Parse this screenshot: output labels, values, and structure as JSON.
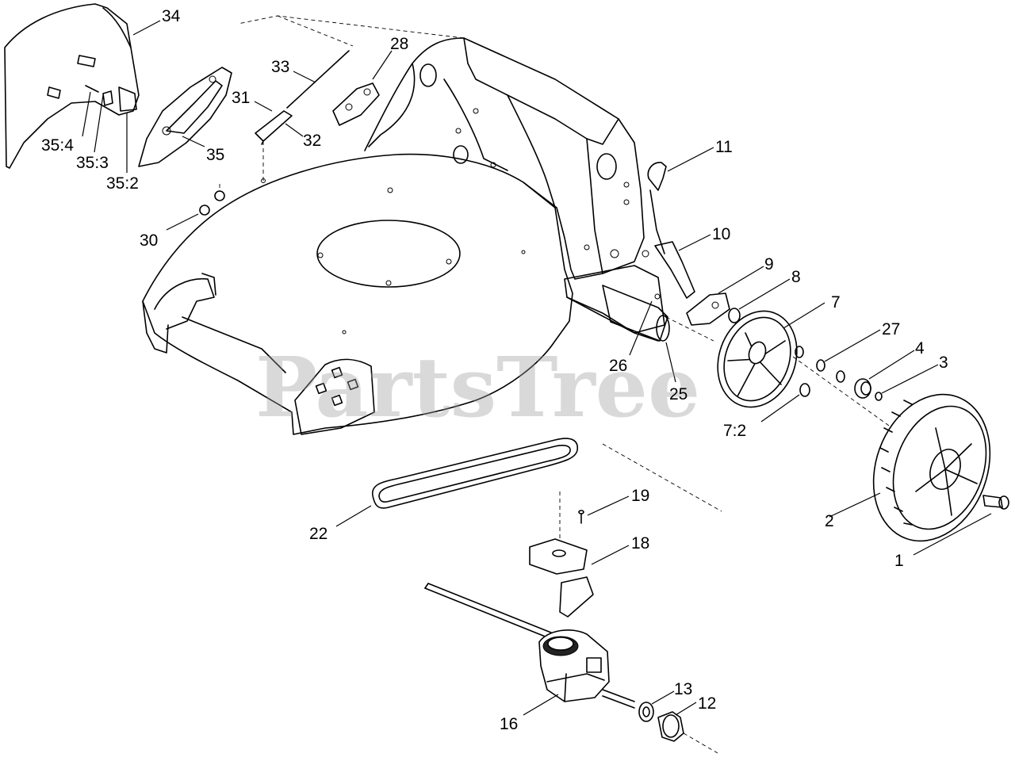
{
  "watermark": "PartsTree",
  "labels": [
    {
      "id": "34",
      "text": "34"
    },
    {
      "id": "33",
      "text": "33"
    },
    {
      "id": "28",
      "text": "28"
    },
    {
      "id": "31",
      "text": "31"
    },
    {
      "id": "32",
      "text": "32"
    },
    {
      "id": "35",
      "text": "35"
    },
    {
      "id": "35_4",
      "text": "35:4"
    },
    {
      "id": "35_3",
      "text": "35:3"
    },
    {
      "id": "35_2",
      "text": "35:2"
    },
    {
      "id": "30",
      "text": "30"
    },
    {
      "id": "11",
      "text": "11"
    },
    {
      "id": "10",
      "text": "10"
    },
    {
      "id": "9",
      "text": "9"
    },
    {
      "id": "8",
      "text": "8"
    },
    {
      "id": "7",
      "text": "7"
    },
    {
      "id": "27",
      "text": "27"
    },
    {
      "id": "4",
      "text": "4"
    },
    {
      "id": "3",
      "text": "3"
    },
    {
      "id": "26",
      "text": "26"
    },
    {
      "id": "25",
      "text": "25"
    },
    {
      "id": "7_2",
      "text": "7:2"
    },
    {
      "id": "22",
      "text": "22"
    },
    {
      "id": "19",
      "text": "19"
    },
    {
      "id": "18",
      "text": "18"
    },
    {
      "id": "2",
      "text": "2"
    },
    {
      "id": "1",
      "text": "1"
    },
    {
      "id": "16",
      "text": "16"
    },
    {
      "id": "13",
      "text": "13"
    },
    {
      "id": "12",
      "text": "12"
    }
  ]
}
